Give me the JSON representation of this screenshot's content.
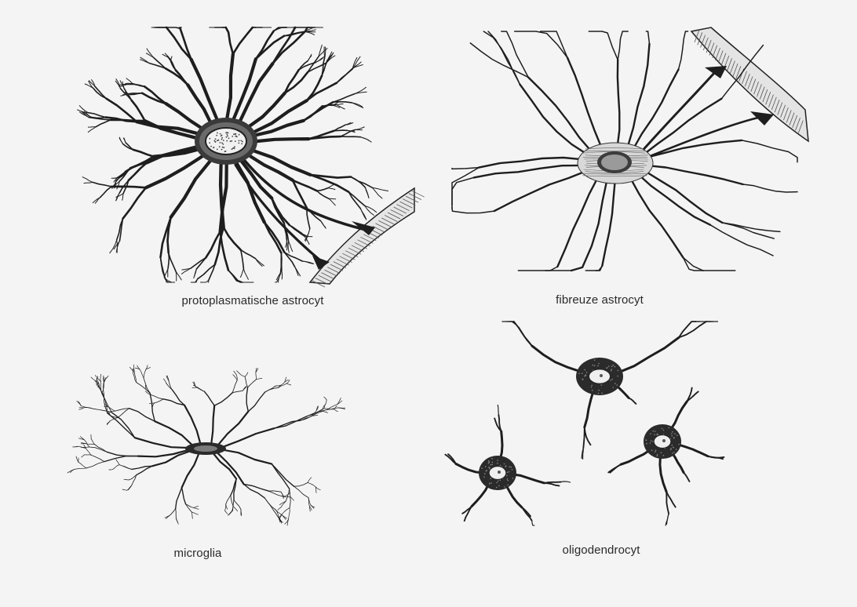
{
  "figure": {
    "panels": [
      {
        "id": "protoplasmic",
        "caption": "protoplasmatische astrocyt"
      },
      {
        "id": "fibrous",
        "caption": "fibreuze astrocyt"
      },
      {
        "id": "microglia",
        "caption": "microglia"
      },
      {
        "id": "oligodendrocyte",
        "caption": "oligodendrocyt"
      }
    ],
    "colors": {
      "paper": "#f4f4f4",
      "ink": "#1e1e1e",
      "cell_body": "#2b2b2b"
    }
  }
}
